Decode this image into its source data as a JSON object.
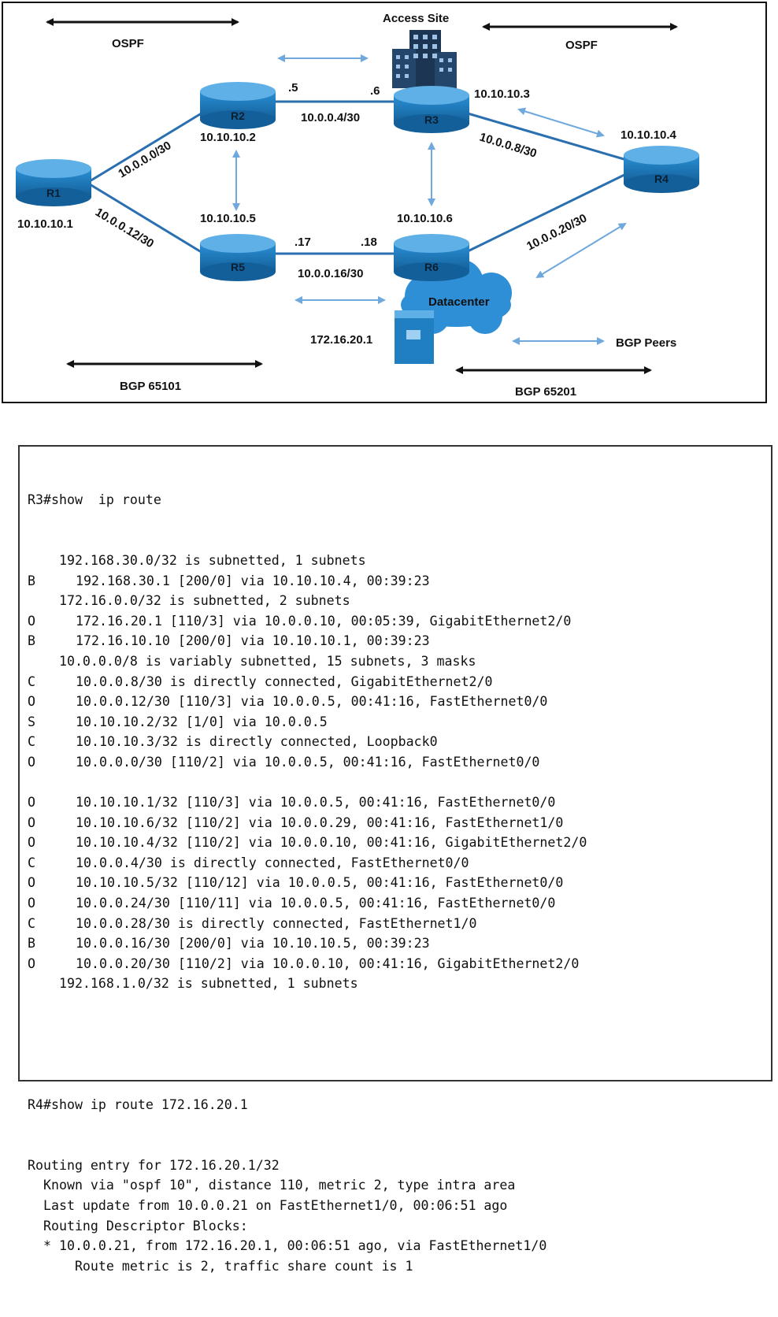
{
  "diagram": {
    "labels": {
      "access_site": "Access Site",
      "ospf_left": "OSPF",
      "ospf_right": "OSPF",
      "bgp_left": "BGP 65101",
      "bgp_right": "BGP 65201",
      "bgp_peers": "BGP Peers",
      "datacenter": "Datacenter",
      "server_ip": "172.16.20.1"
    },
    "routers": [
      {
        "name": "R1",
        "loopback": "10.10.10.1"
      },
      {
        "name": "R2",
        "loopback": "10.10.10.2"
      },
      {
        "name": "R3",
        "loopback": "10.10.10.3"
      },
      {
        "name": "R4",
        "loopback": "10.10.10.4"
      },
      {
        "name": "R5",
        "loopback": "10.10.10.5"
      },
      {
        "name": "R6",
        "loopback": "10.10.10.6"
      }
    ],
    "links": [
      {
        "label": "10.0.0.0/30"
      },
      {
        "label": "10.0.0.4/30",
        "end_a": ".5",
        "end_b": ".6"
      },
      {
        "label": "10.0.0.8/30"
      },
      {
        "label": "10.0.0.12/30"
      },
      {
        "label": "10.0.0.16/30",
        "end_a": ".17",
        "end_b": ".18"
      },
      {
        "label": "10.0.0.20/30"
      }
    ]
  },
  "r3_output": {
    "prompt": "R3#show  ip route",
    "lines": [
      {
        "code": "",
        "text": "    192.168.30.0/32 is subnetted, 1 subnets"
      },
      {
        "code": "B",
        "text": "192.168.30.1 [200/0] via 10.10.10.4, 00:39:23"
      },
      {
        "code": "",
        "text": "    172.16.0.0/32 is subnetted, 2 subnets"
      },
      {
        "code": "O",
        "text": "172.16.20.1 [110/3] via 10.0.0.10, 00:05:39, GigabitEthernet2/0"
      },
      {
        "code": "B",
        "text": "172.16.10.10 [200/0] via 10.10.10.1, 00:39:23"
      },
      {
        "code": "",
        "text": "    10.0.0.0/8 is variably subnetted, 15 subnets, 3 masks"
      },
      {
        "code": "C",
        "text": "10.0.0.8/30 is directly connected, GigabitEthernet2/0"
      },
      {
        "code": "O",
        "text": "10.0.0.12/30 [110/3] via 10.0.0.5, 00:41:16, FastEthernet0/0"
      },
      {
        "code": "S",
        "text": "10.10.10.2/32 [1/0] via 10.0.0.5"
      },
      {
        "code": "C",
        "text": "10.10.10.3/32 is directly connected, Loopback0"
      },
      {
        "code": "O",
        "text": "10.0.0.0/30 [110/2] via 10.0.0.5, 00:41:16, FastEthernet0/0"
      },
      {
        "code": "",
        "text": ""
      },
      {
        "code": "O",
        "text": "10.10.10.1/32 [110/3] via 10.0.0.5, 00:41:16, FastEthernet0/0"
      },
      {
        "code": "O",
        "text": "10.10.10.6/32 [110/2] via 10.0.0.29, 00:41:16, FastEthernet1/0"
      },
      {
        "code": "O",
        "text": "10.10.10.4/32 [110/2] via 10.0.0.10, 00:41:16, GigabitEthernet2/0"
      },
      {
        "code": "C",
        "text": "10.0.0.4/30 is directly connected, FastEthernet0/0"
      },
      {
        "code": "O",
        "text": "10.10.10.5/32 [110/12] via 10.0.0.5, 00:41:16, FastEthernet0/0"
      },
      {
        "code": "O",
        "text": "10.0.0.24/30 [110/11] via 10.0.0.5, 00:41:16, FastEthernet0/0"
      },
      {
        "code": "C",
        "text": "10.0.0.28/30 is directly connected, FastEthernet1/0"
      },
      {
        "code": "B",
        "text": "10.0.0.16/30 [200/0] via 10.10.10.5, 00:39:23"
      },
      {
        "code": "O",
        "text": "10.0.0.20/30 [110/2] via 10.0.0.10, 00:41:16, GigabitEthernet2/0"
      },
      {
        "code": "",
        "text": "    192.168.1.0/32 is subnetted, 1 subnets"
      }
    ]
  },
  "r4_output": {
    "prompt": "R4#show ip route 172.16.20.1",
    "lines": [
      "Routing entry for 172.16.20.1/32",
      "  Known via \"ospf 10\", distance 110, metric 2, type intra area",
      "  Last update from 10.0.0.21 on FastEthernet1/0, 00:06:51 ago",
      "  Routing Descriptor Blocks:",
      "  * 10.0.0.21, from 172.16.20.1, 00:06:51 ago, via FastEthernet1/0",
      "      Route metric is 2, traffic share count is 1"
    ]
  },
  "colors": {
    "router_body": "#1f7fc1",
    "router_top": "#5fb0e6",
    "link": "#2a6fb0",
    "light_arrow": "#6ea8dc",
    "cloud": "#2f8fd6",
    "building": "#1b3552"
  }
}
